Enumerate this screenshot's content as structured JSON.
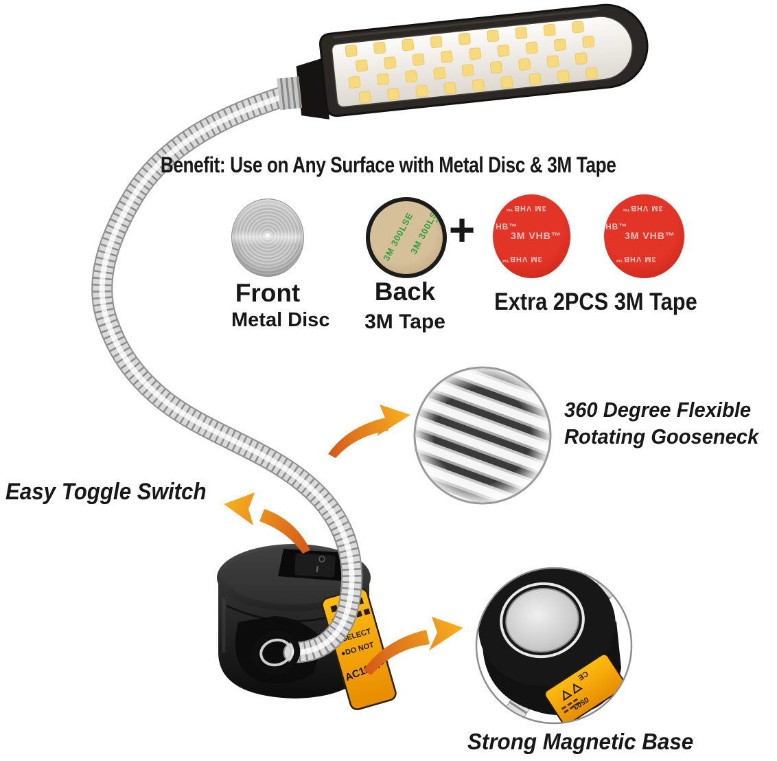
{
  "title": "Benefit: Use on Any Surface with Metal Disc & 3M Tape",
  "discs": {
    "front": {
      "label": "Front",
      "sublabel": "Metal Disc"
    },
    "back": {
      "label": "Back",
      "sublabel": "3M Tape",
      "print": "3M 300LSE"
    },
    "plus": "+",
    "extra_label": "Extra 2PCS 3M Tape",
    "tape_print": "3M VHB™"
  },
  "annotations": {
    "gooseneck_line1": "360 Degree Flexible",
    "gooseneck_line2": "Rotating Gooseneck",
    "toggle": "Easy Toggle Switch",
    "magnet": "Strong Magnetic Base"
  },
  "base_label": {
    "row_electric": "●BELECT",
    "row_donot": "●DO NOT",
    "row_power": "AC110V-"
  },
  "magnet_label": {
    "code": "0503",
    "ce": "CE"
  },
  "lamp": {
    "leds": {
      "rows": 4,
      "cols": 9
    }
  },
  "colors": {
    "led": "#f7d97e",
    "led_stroke": "#eec863",
    "arrow_start": "#d4581a",
    "arrow_end": "#f8b01f",
    "tape_red": "#d62b1e",
    "label_yellow": "#f7a90d"
  }
}
